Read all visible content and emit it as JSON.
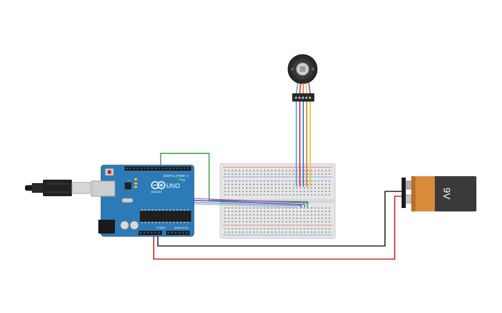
{
  "arduino": {
    "logo_text": "UNO",
    "brand_text": "ARDUINO",
    "digital_label": "DIGITAL (PWM ~)",
    "power_label": "POWER",
    "analog_label": "ANALOG IN",
    "on_label": "ON",
    "tx_label": "TX",
    "rx_label": "RX",
    "l_label": "L",
    "board_color": "#2c7bb6"
  },
  "battery": {
    "label": "9V",
    "body_color": "#3a3a3a",
    "label_color": "#d98b3a"
  },
  "wires": {
    "colors": {
      "black": "#222222",
      "red": "#d42020",
      "green": "#2e9e3a",
      "blue": "#2a6fd6",
      "purple": "#7b3fb8",
      "light_blue": "#3aa0e0",
      "yellow": "#e8c518",
      "white": "#cccccc"
    }
  },
  "motor": {
    "ribbon_colors": [
      "#3aa0e0",
      "#d42020",
      "#e07020",
      "#e8c518",
      "#7b3fb8",
      "#2e9e3a"
    ]
  }
}
